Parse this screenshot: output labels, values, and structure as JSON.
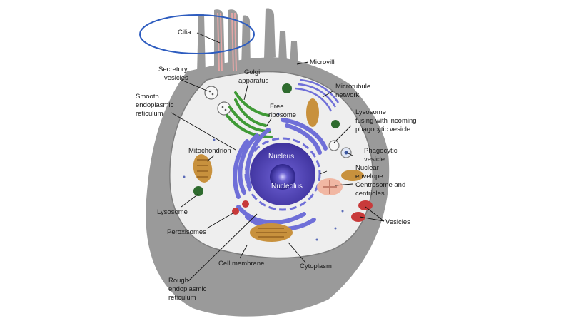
{
  "labels": {
    "cilia": "Cilia",
    "microvilli": "Microvilli",
    "secretory_1": "Secretory",
    "secretory_2": "vesicles",
    "golgi_1": "Golgi",
    "golgi_2": "apparatus",
    "microtubule_1": "Microtubule",
    "microtubule_2": "network",
    "smooth_er_1": "Smooth",
    "smooth_er_2": "endoplasmic",
    "smooth_er_3": "reticulum",
    "free_ribosome_1": "Free",
    "free_ribosome_2": "ribosome",
    "lysosome_fusing_1": "Lysosome",
    "lysosome_fusing_2": "fusing with incoming",
    "lysosome_fusing_3": "phagocytic vesicle",
    "mitochondrion": "Mitochondrion",
    "nucleus": "Nucleus",
    "phagocytic_1": "Phagocytic",
    "phagocytic_2": "vesicle",
    "nuclear_env_1": "Nuclear",
    "nuclear_env_2": "envelope",
    "nucleolus": "Nucleolus",
    "centrosome_1": "Centrosome and",
    "centrosome_2": "centrioles",
    "lysosome": "Lysosome",
    "vesicles": "Vesicles",
    "peroxisomes": "Peroxisomes",
    "cell_membrane": "Cell membrane",
    "cytoplasm": "Cytoplasm",
    "rough_er_1": "Rough",
    "rough_er_2": "endoplasmic",
    "rough_er_3": "reticulum"
  },
  "colors": {
    "membrane": "#9a9a9a",
    "cytoplasm": "#eeeeee",
    "er": "#6f6fd8",
    "nucleus": "#4d3fb0",
    "golgi": "#3f9a36",
    "mitochondria": "#c8913d",
    "lysosome": "#2e6b2e",
    "peroxisome": "#c83a3a",
    "centrosome": "#f1b7a3",
    "cilia_line": "#e3a6a6",
    "highlight_ring": "#2d5cbf"
  }
}
